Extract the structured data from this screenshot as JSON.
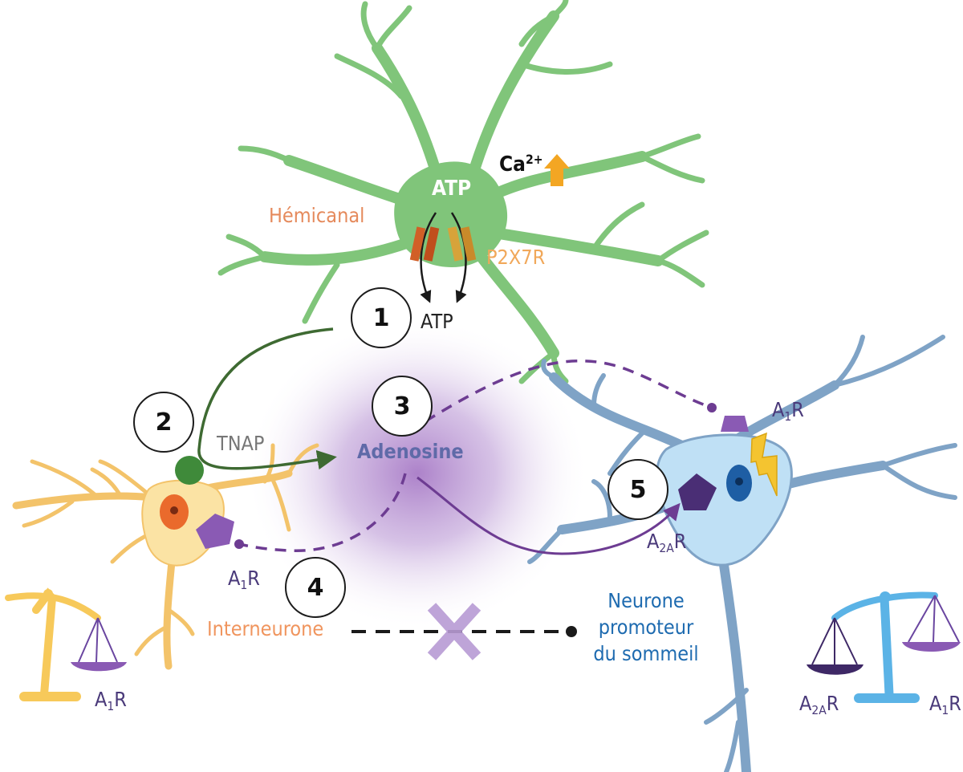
{
  "labels": {
    "atp_inside": "ATP",
    "calcium_base": "Ca",
    "calcium_sup": "2+",
    "hemicanal": "Hémicanal",
    "p2x7r": "P2X7R",
    "atp_released": "ATP",
    "tnap": "TNAP",
    "adenosine": "Adenosine",
    "interneurone": "Interneurone",
    "sleep_neuron": [
      "Neurone",
      "promoteur",
      "du sommeil"
    ],
    "a1r_base": "A",
    "a1r_sub": "1",
    "a1r_end": "R",
    "a2ar_base": "A",
    "a2ar_sub": "2A",
    "a2ar_end": "R"
  },
  "steps": [
    "1",
    "2",
    "3",
    "4",
    "5"
  ],
  "colors": {
    "astrocyte": "#80c57a",
    "astrocyte_dark": "#64b05e",
    "interneuron": "#fbe3a4",
    "interneuron_edge": "#f3c36a",
    "interneuron_nucleus": "#ea6a2c",
    "sleep_neuron": "#bfe0f5",
    "sleep_neuron_edge": "#7fa3c6",
    "sleep_nucleus": "#1e5ea4",
    "adenosine_cloud": "#9e6cc0",
    "purple_receptor": "#8a5ab4",
    "dark_purple_receptor": "#4a2e75",
    "green_arrow": "#3e6a32",
    "purple_arrow": "#6d3c92",
    "hemicanal_label": "#e58a5c",
    "p2x7r_label": "#f1a85a",
    "interneurone_label": "#f0955e",
    "sleep_label": "#1e6bb0",
    "adenosine_label": "#5f6aa8",
    "scale_yellow": "#f7c95a",
    "scale_blue": "#5bb3e6"
  },
  "icons": [
    "lightning-icon",
    "up-arrow-icon",
    "blocked-x-icon",
    "balance-scale-icon"
  ]
}
